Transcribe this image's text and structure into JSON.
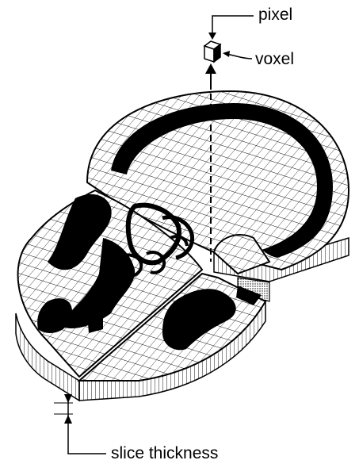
{
  "labels": {
    "pixel": "pixel",
    "voxel": "voxel",
    "slice_thickness": "slice thickness"
  }
}
